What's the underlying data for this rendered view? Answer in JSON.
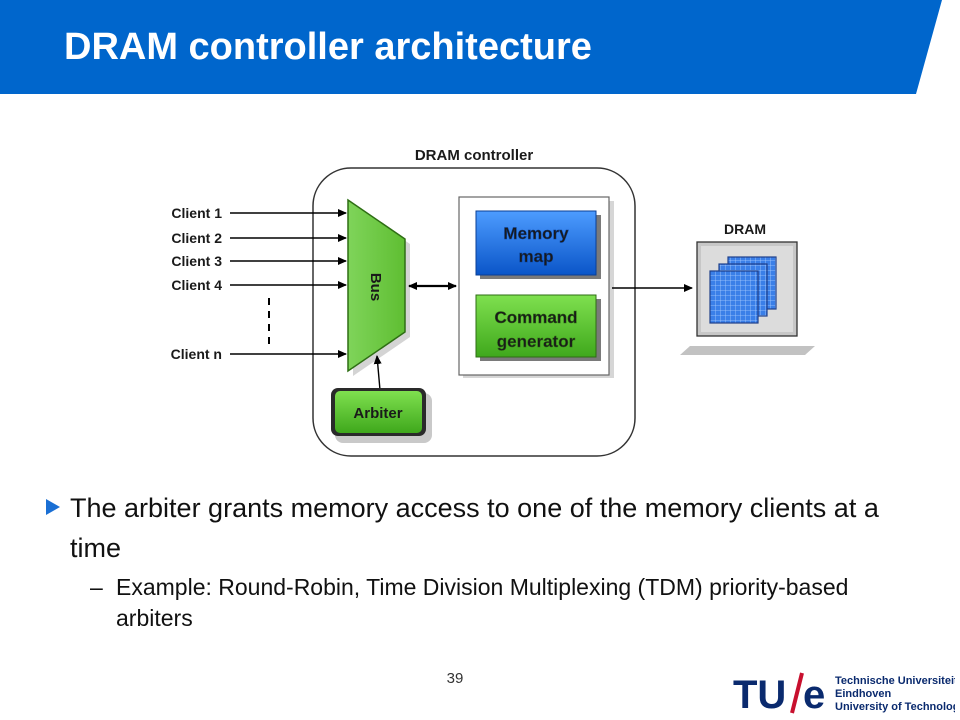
{
  "slide": {
    "title": "DRAM controller architecture",
    "page_number": "39",
    "accent_color": "#0066CC"
  },
  "diagram": {
    "controller_label": "DRAM controller",
    "dram_label": "DRAM",
    "bus_label": "Bus",
    "arbiter_label": "Arbiter",
    "memory_map_lines": [
      "Memory",
      "map"
    ],
    "command_generator_lines": [
      "Command",
      "generator"
    ],
    "clients": [
      "Client 1",
      "Client 2",
      "Client 3",
      "Client 4",
      "Client n"
    ]
  },
  "bullets": {
    "main": "The arbiter grants memory access to one of the memory clients at a time",
    "sub_dash": "–",
    "sub": "Example: Round-Robin, Time Division Multiplexing (TDM) priority-based arbiters"
  },
  "logo": {
    "mark_tu": "TU",
    "mark_e": "e",
    "line1": "Technische Universiteit",
    "line2": "Eindhoven",
    "line3": "University of Technology"
  }
}
